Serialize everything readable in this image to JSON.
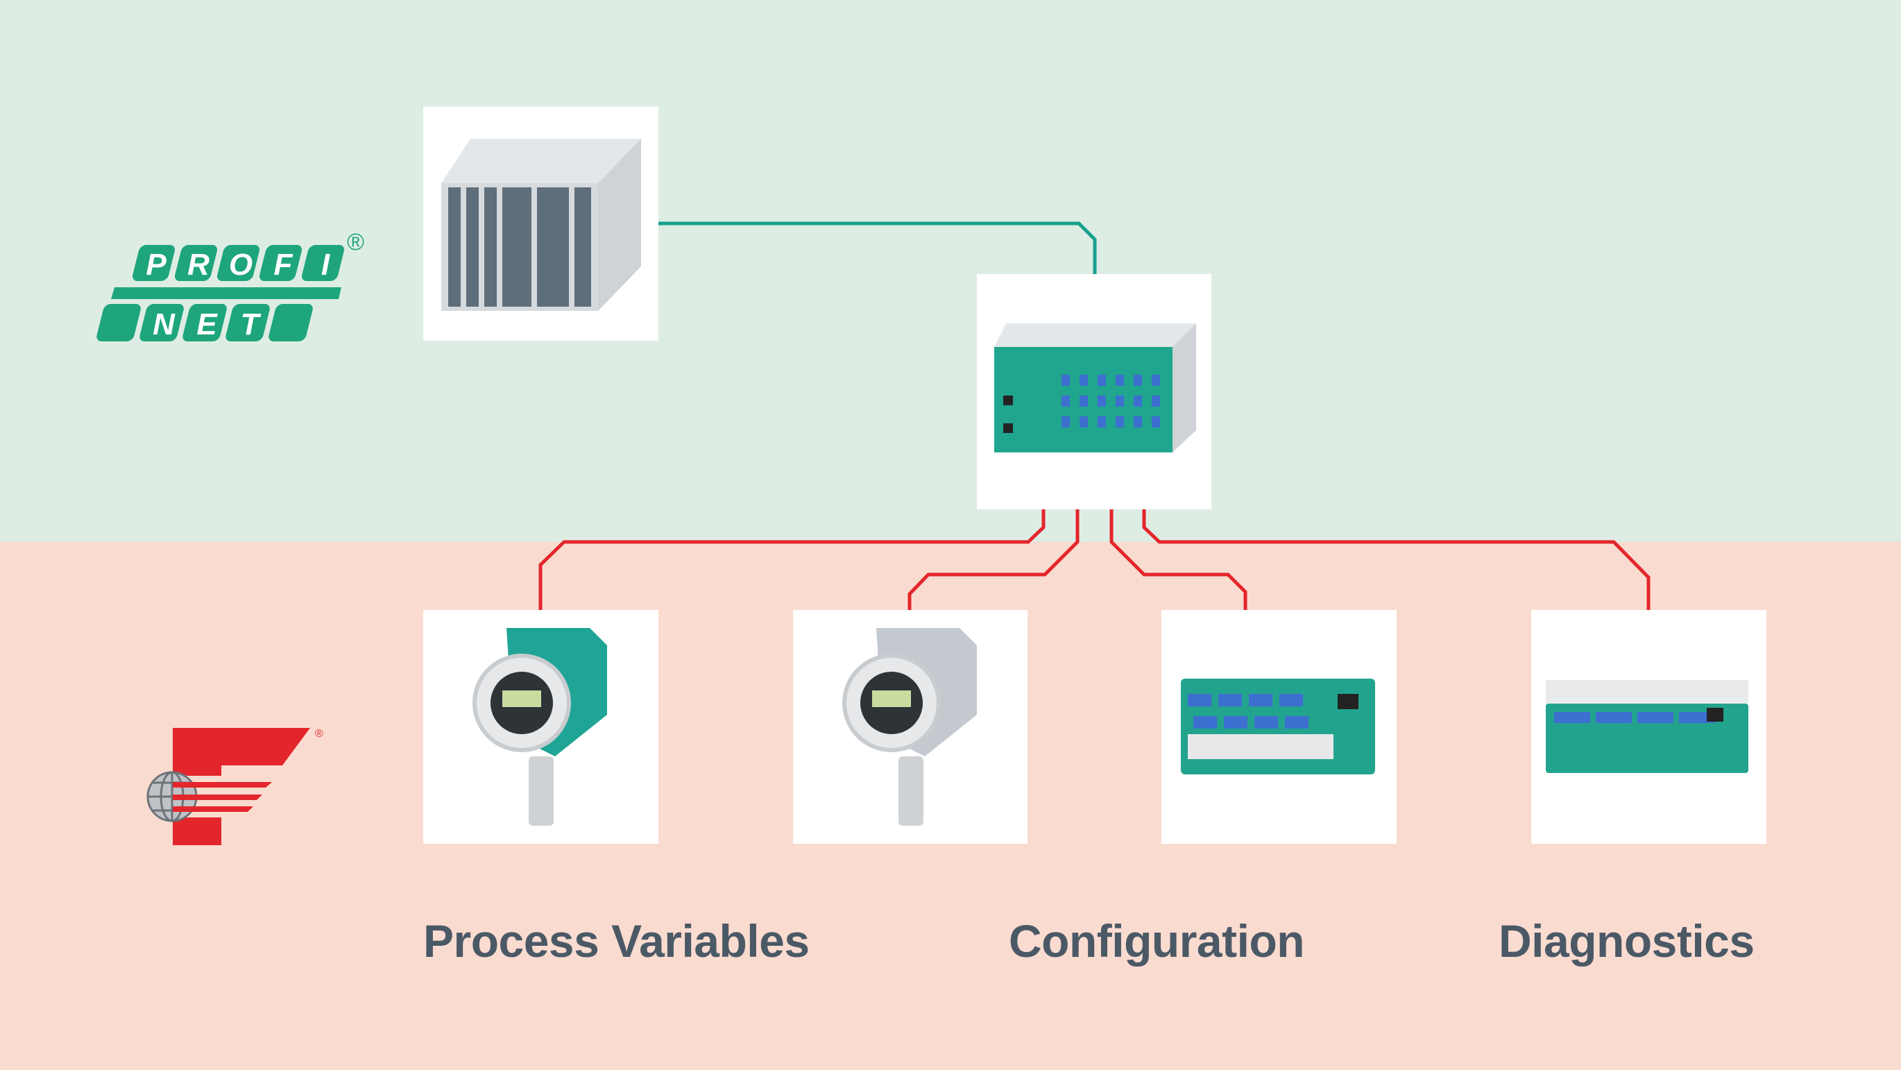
{
  "logos": {
    "profinet": {
      "top_letters": [
        "P",
        "R",
        "O",
        "F",
        "I"
      ],
      "bottom_letters": [
        "N",
        "E",
        "T"
      ],
      "registered": "®"
    },
    "fieldbus_foundation": {
      "registered": "®"
    }
  },
  "labels": {
    "process_variables": "Process Variables",
    "configuration": "Configuration",
    "diagnostics": "Diagnostics"
  },
  "colors": {
    "top_band": "#deede4",
    "bottom_band": "#fadbd0",
    "profinet_green": "#1ea57c",
    "teal_line": "#17a08c",
    "red_line": "#e3262b",
    "label_text": "#4b5966"
  }
}
